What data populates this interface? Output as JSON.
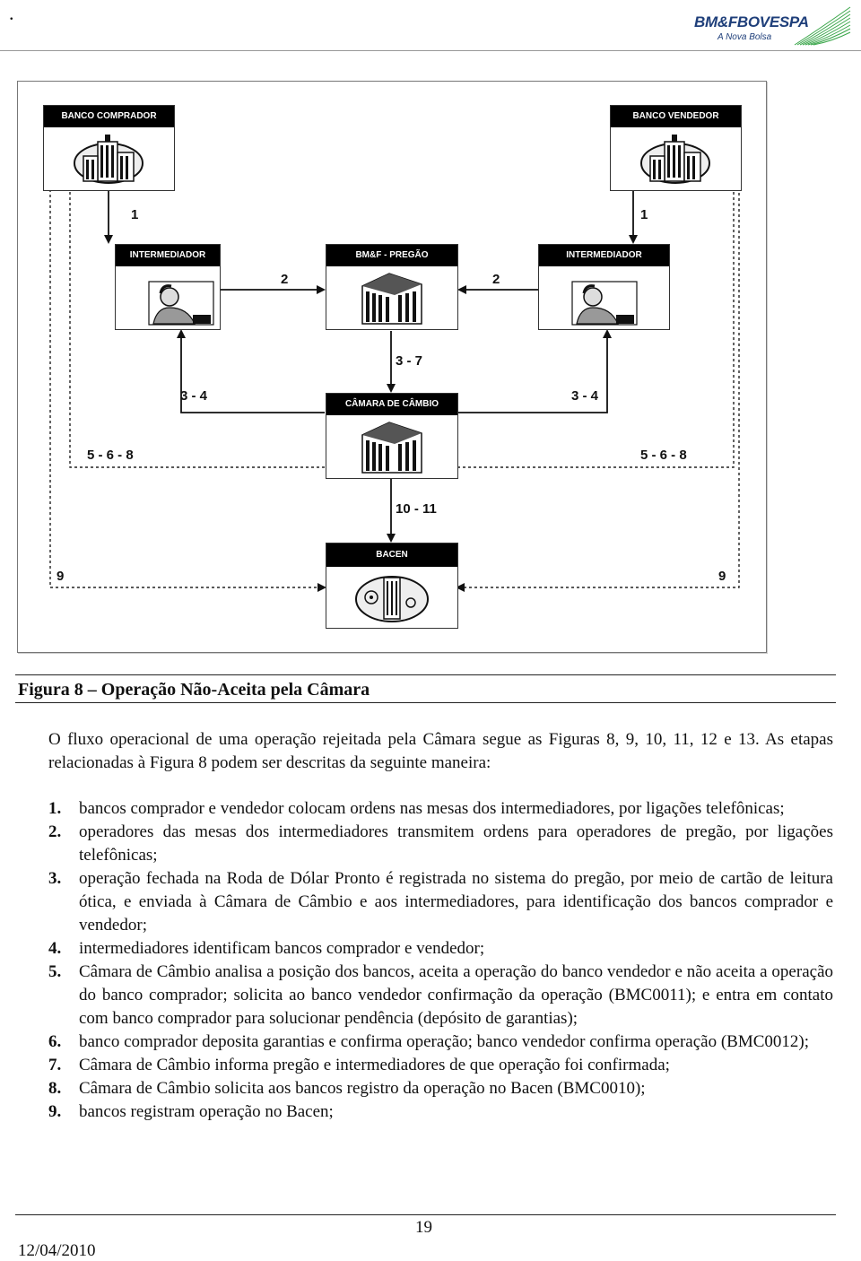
{
  "header": {
    "dot": ".",
    "logo_main": "BM&FBOVESPA",
    "logo_sub": "A Nova Bolsa"
  },
  "diagram": {
    "boxes": {
      "banco_comprador": "BANCO COMPRADOR",
      "banco_vendedor": "BANCO VENDEDOR",
      "intermediador_left": "INTERMEDIADOR",
      "pregao": "BM&F - PREGÃO",
      "intermediador_right": "INTERMEDIADOR",
      "camara": "CÂMARA DE CÂMBIO",
      "bacen": "BACEN"
    },
    "steps": {
      "left_1": "1",
      "right_1": "1",
      "left_2": "2",
      "right_2": "2",
      "center_3_7": "3 - 7",
      "left_3_4": "3 - 4",
      "right_3_4": "3 - 4",
      "left_5_6_8": "5 - 6 - 8",
      "right_5_6_8": "5 - 6 - 8",
      "center_10_11": "10 - 11",
      "left_9": "9",
      "right_9": "9"
    }
  },
  "document": {
    "caption": "Figura 8 – Operação Não-Aceita pela Câmara",
    "intro": "O fluxo operacional de uma operação rejeitada pela Câmara segue as Figuras 8, 9, 10, 11, 12 e 13. As etapas relacionadas à Figura 8 podem ser descritas da seguinte maneira:",
    "items": [
      {
        "num": "1.",
        "text": "bancos comprador e vendedor colocam ordens nas mesas dos intermediadores, por ligações telefônicas;"
      },
      {
        "num": "2.",
        "text": "operadores das mesas dos intermediadores transmitem ordens para operadores de pregão, por ligações telefônicas;"
      },
      {
        "num": "3.",
        "text": "operação fechada na Roda de Dólar Pronto é registrada no sistema do pregão, por meio de cartão de leitura ótica, e enviada à Câmara de Câmbio e aos intermediadores, para identificação dos bancos comprador e vendedor;"
      },
      {
        "num": "4.",
        "text": "intermediadores identificam bancos comprador e vendedor;"
      },
      {
        "num": "5.",
        "text": "Câmara de Câmbio analisa a posição dos bancos, aceita a operação do banco vendedor e não aceita a operação do banco comprador; solicita ao banco vendedor confirmação da operação (BMC0011); e entra em contato com banco comprador para solucionar pendência (depósito de garantias);"
      },
      {
        "num": "6.",
        "text": "banco comprador deposita garantias e confirma operação; banco vendedor confirma operação (BMC0012);"
      },
      {
        "num": "7.",
        "text": "Câmara de Câmbio informa pregão e intermediadores de que operação foi confirmada;"
      },
      {
        "num": "8.",
        "text": "Câmara de Câmbio solicita aos bancos registro da operação no Bacen (BMC0010);"
      },
      {
        "num": "9.",
        "text": "bancos registram operação no Bacen;"
      }
    ]
  },
  "footer": {
    "page_number": "19",
    "date": "12/04/2010"
  }
}
